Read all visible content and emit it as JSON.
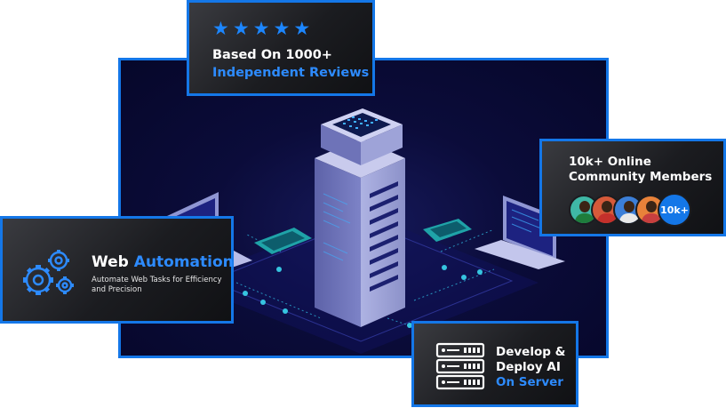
{
  "reviews_card": {
    "star_count": 5,
    "title": "Based On 1000+",
    "subtitle": "Independent Reviews"
  },
  "community_card": {
    "title_line1": "10k+ Online",
    "title_line2": "Community Members",
    "badge": "10k+",
    "avatar_colors": [
      "#3fb8a6",
      "#d65a3a",
      "#3c7fd8",
      "#e8823a"
    ]
  },
  "web_card": {
    "title_part1": "Web",
    "title_part2": "Automation",
    "description": "Automate Web Tasks for Efficiency and Precision",
    "icon": "gears-icon"
  },
  "deploy_card": {
    "line1": "Develop &",
    "line2": "Deploy AI",
    "line3": "On Server",
    "icon": "server-rack-icon"
  },
  "colors": {
    "accent": "#1477e8",
    "accent_text": "#2d8bff",
    "hero_bg": "#0b0c3a"
  }
}
